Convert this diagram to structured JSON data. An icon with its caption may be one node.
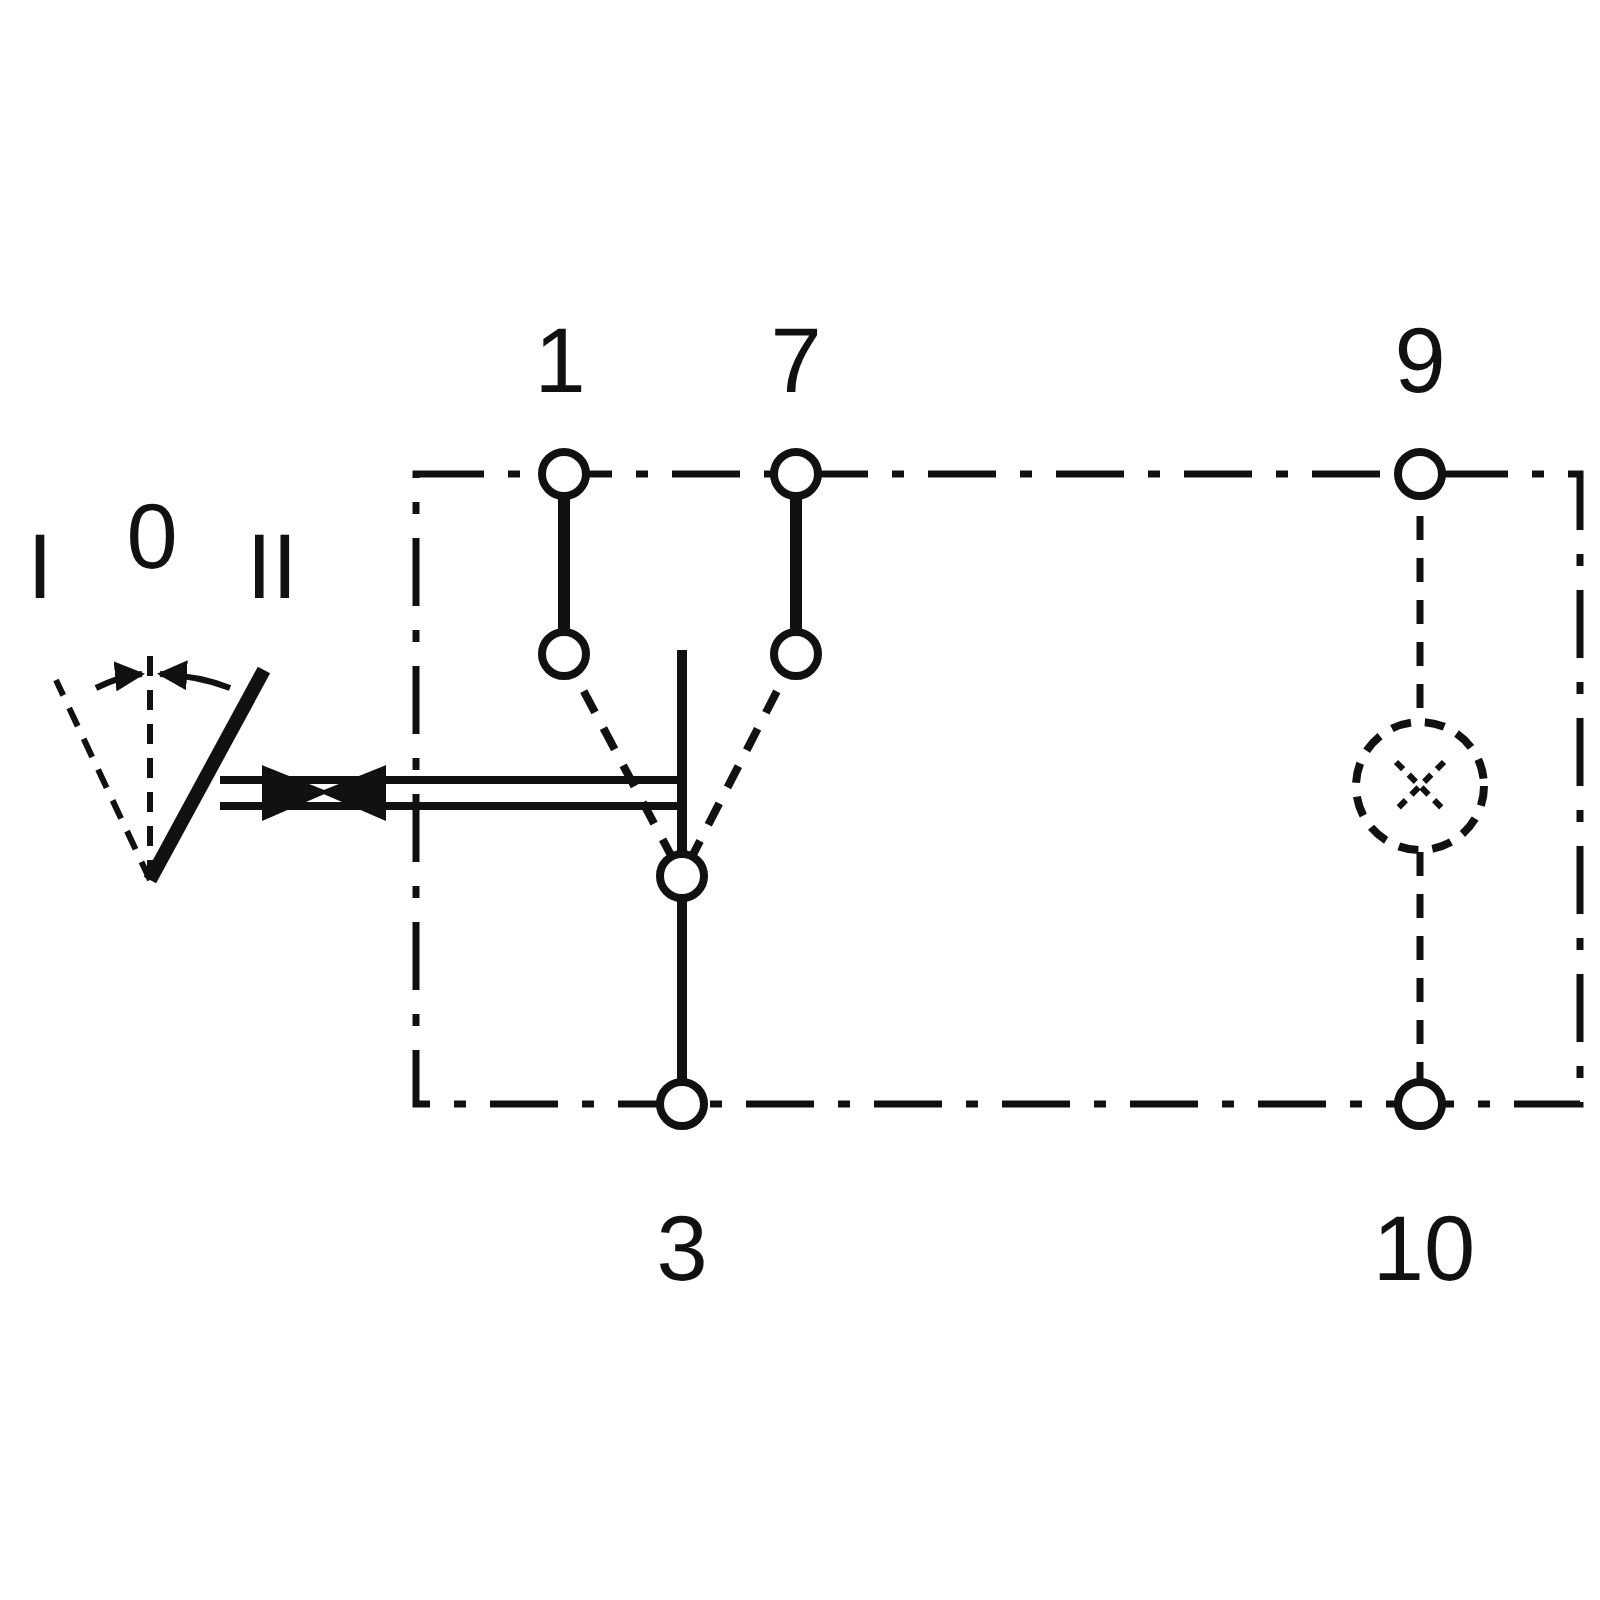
{
  "diagram": {
    "labels": [
      "I",
      "0",
      "II",
      "1",
      "7",
      "9",
      "3",
      "10"
    ]
  }
}
